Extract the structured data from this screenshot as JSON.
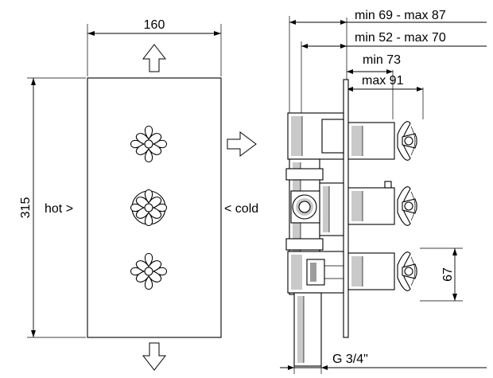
{
  "front_view": {
    "width_label": "160",
    "height_label": "315",
    "hot_label": "hot >",
    "cold_label": "< cold"
  },
  "side_view": {
    "dim_1": "min 69 - max 87",
    "dim_2": "min 52 - max 70",
    "dim_3": "min 73",
    "dim_4": "max 91",
    "spacing_label": "67",
    "thread_label": "G 3/4\""
  },
  "colors": {
    "line": "#000000",
    "shade": "#c9c9c9",
    "background": "#ffffff"
  }
}
